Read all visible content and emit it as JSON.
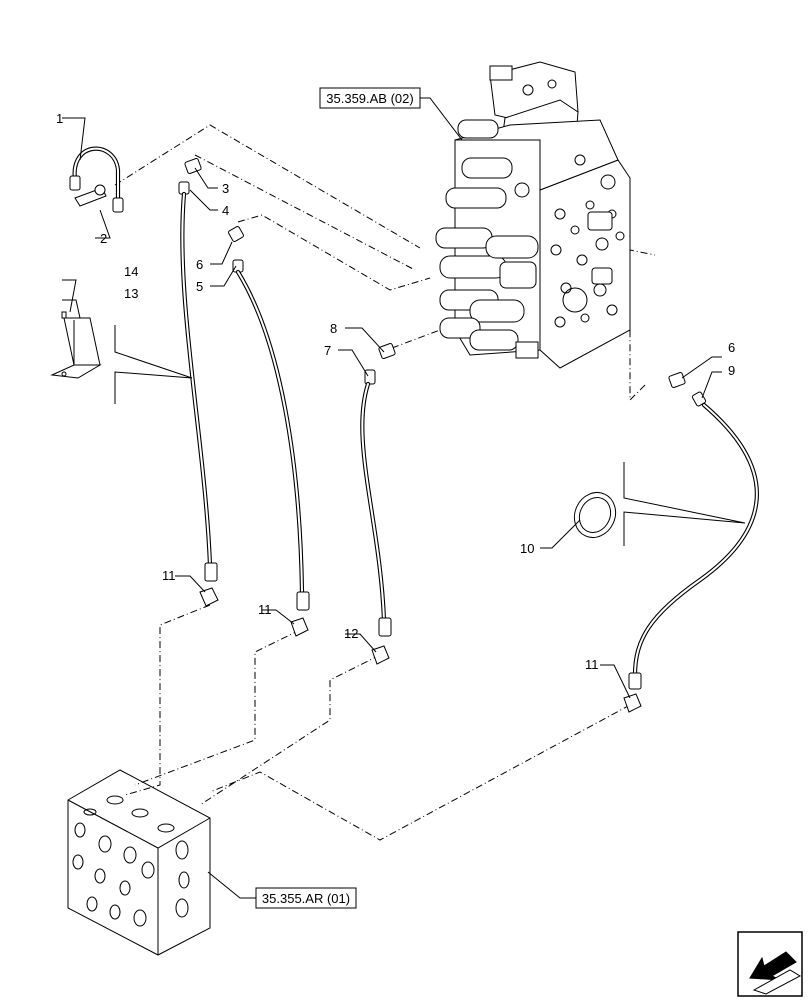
{
  "callouts": [
    {
      "id": "c1",
      "label": "1"
    },
    {
      "id": "c2",
      "label": "2"
    },
    {
      "id": "c3",
      "label": "3"
    },
    {
      "id": "c4",
      "label": "4"
    },
    {
      "id": "c5",
      "label": "5"
    },
    {
      "id": "c6a",
      "label": "6"
    },
    {
      "id": "c6b",
      "label": "6"
    },
    {
      "id": "c7",
      "label": "7"
    },
    {
      "id": "c8",
      "label": "8"
    },
    {
      "id": "c9",
      "label": "9"
    },
    {
      "id": "c10",
      "label": "10"
    },
    {
      "id": "c11a",
      "label": "11"
    },
    {
      "id": "c11b",
      "label": "11"
    },
    {
      "id": "c11c",
      "label": "11"
    },
    {
      "id": "c12",
      "label": "12"
    },
    {
      "id": "c13",
      "label": "13"
    },
    {
      "id": "c14",
      "label": "14"
    }
  ],
  "references": {
    "control_valve": "35.359.AB (02)",
    "manifold_block": "35.355.AR (01)"
  }
}
